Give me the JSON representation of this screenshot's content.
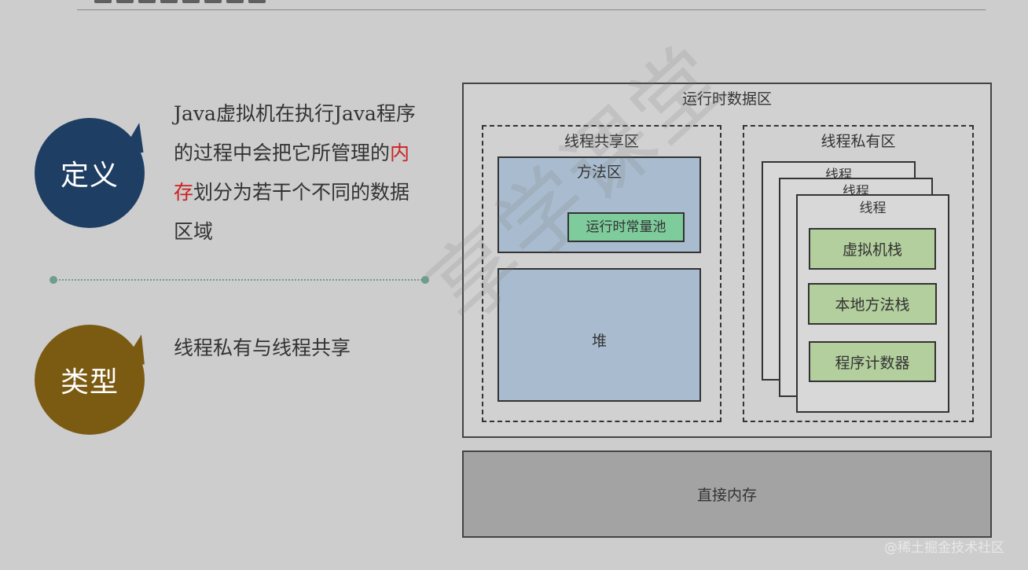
{
  "header": {
    "fragment": ""
  },
  "definition": {
    "bubble_label": "定义",
    "text_before": "Java虚拟机在执行Java程序的过程中会把它所管理的",
    "text_highlight": "内存",
    "text_after": "划分为若干个不同的数据区域"
  },
  "type": {
    "bubble_label": "类型",
    "text": "线程私有与线程共享"
  },
  "diagram": {
    "runtime_area": "运行时数据区",
    "shared_area": "线程共享区",
    "method_area": "方法区",
    "constant_pool": "运行时常量池",
    "heap": "堆",
    "private_area": "线程私有区",
    "thread_labels": [
      "线程",
      "线程",
      "线程"
    ],
    "vm_stack": "虚拟机栈",
    "native_stack": "本地方法栈",
    "pc_register": "程序计数器",
    "direct_memory": "直接内存"
  },
  "watermark": "享学课堂",
  "credit": "@稀土掘金技术社区",
  "colors": {
    "definition_bubble": "#1e3e63",
    "type_bubble": "#7b5a12",
    "highlight": "#cc2222",
    "area_blue": "#a9bccf",
    "pool_green": "#7ecb9c",
    "stack_green": "#b3cf9e"
  }
}
